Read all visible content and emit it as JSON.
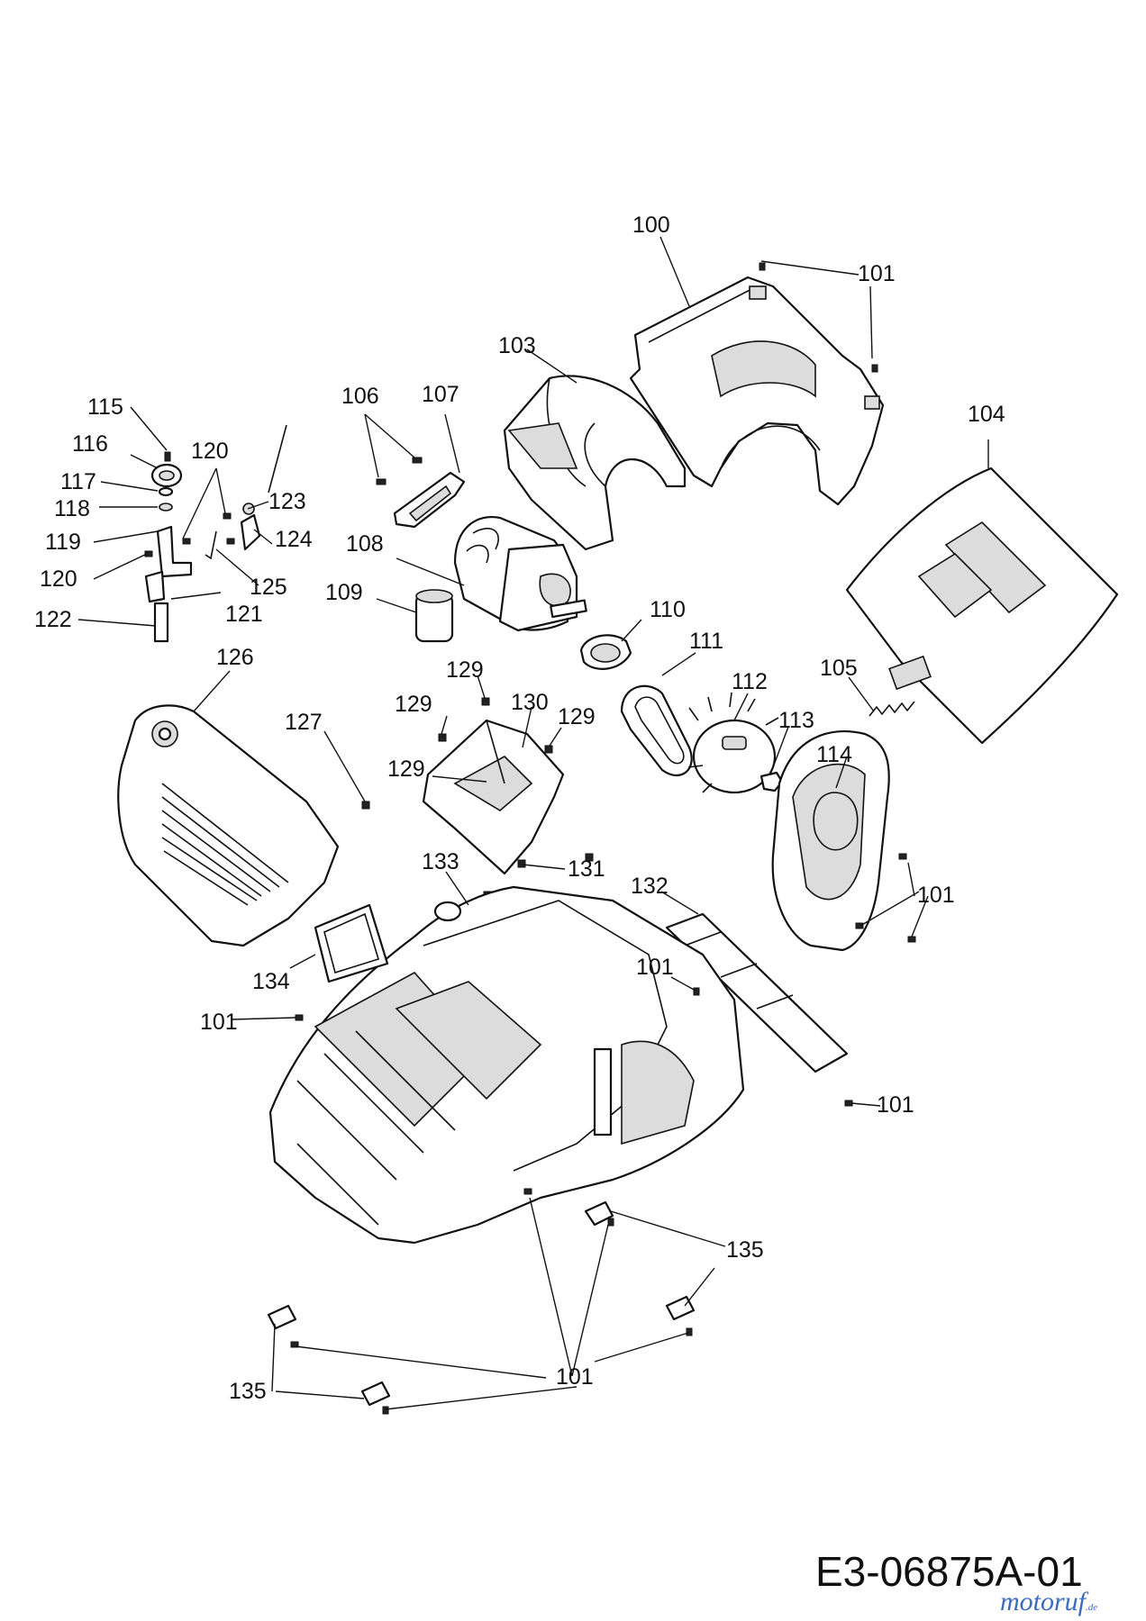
{
  "drawing_code": "E3-06875A-01",
  "watermark": {
    "text": "motoruf",
    "suffix": ".de"
  },
  "parts": {
    "p100": "100",
    "p101": "101",
    "p103": "103",
    "p104": "104",
    "p105": "105",
    "p106": "106",
    "p107": "107",
    "p108": "108",
    "p109": "109",
    "p110": "110",
    "p111": "111",
    "p112": "112",
    "p113": "113",
    "p114": "114",
    "p115": "115",
    "p116": "116",
    "p117": "117",
    "p118": "118",
    "p119": "119",
    "p120": "120",
    "p121": "121",
    "p122": "122",
    "p123": "123",
    "p124": "124",
    "p125": "125",
    "p126": "126",
    "p127": "127",
    "p129": "129",
    "p130": "130",
    "p131": "131",
    "p132": "132",
    "p133": "133",
    "p134": "134",
    "p135": "135"
  }
}
